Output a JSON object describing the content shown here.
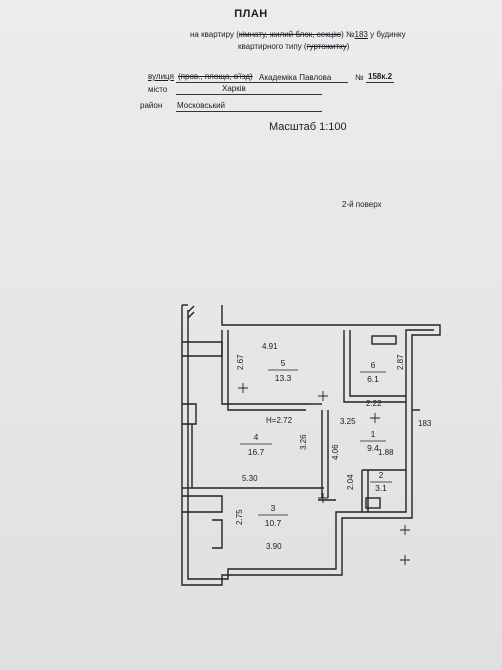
{
  "header": {
    "title": "ПЛАН",
    "line1_prefix": "на квартиру (",
    "line1_strike": "кімнату, жилий блок, секцію",
    "line1_mid": ") №",
    "apartment_no": "183",
    "line1_suffix": " у будинку",
    "line2_prefix": "квартирного типу (",
    "line2_strike": "гуртожитку",
    "line2_suffix": ")"
  },
  "address": {
    "street_label": "вулиця",
    "street_alt_strike": "(пров., площа, в'їзд)",
    "street_value": "Академіка Павлова",
    "house_label": "№",
    "house_value": "158к.2",
    "city_label": "місто",
    "city_value": "Харків",
    "district_label": "район",
    "district_value": "Московський"
  },
  "scale": "Масштаб 1:100",
  "floor": "2-й поверх",
  "plan": {
    "rooms": [
      {
        "no": "5",
        "area": "13.3"
      },
      {
        "no": "6",
        "area": "6.1"
      },
      {
        "no": "4",
        "area": "16.7"
      },
      {
        "no": "1",
        "area": "9.4"
      },
      {
        "no": "2",
        "area": "3.1"
      },
      {
        "no": "3",
        "area": "10.7"
      }
    ],
    "dims": {
      "d491": "4.91",
      "d267": "2.67",
      "d287": "2.87",
      "d222": "2.22",
      "d325": "3.25",
      "d183": "183",
      "height": "H=2.72",
      "d326": "3.26",
      "d406": "4.06",
      "d188": "1.88",
      "d530": "5.30",
      "d204": "2.04",
      "d275": "2.75",
      "d390": "3.90"
    }
  }
}
